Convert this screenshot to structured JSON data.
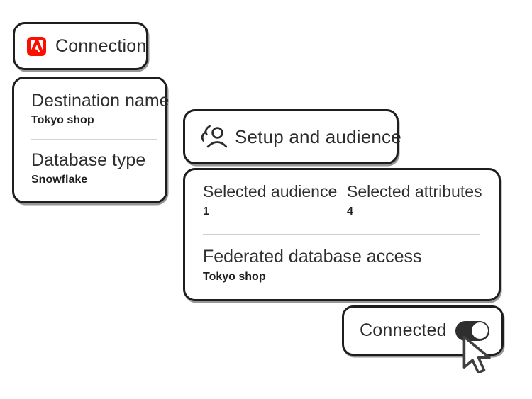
{
  "colors": {
    "background": "#ffffff",
    "card_border": "#1e1e1e",
    "text": "#2b2b2b",
    "divider": "#d4d4d4",
    "adobe_red": "#fa0f00",
    "toggle_on": "#2e2e2e",
    "toggle_knob": "#ffffff"
  },
  "icons": {
    "connection": "adobe-logo-icon",
    "setup": "audience-icon",
    "pointer": "cursor-arrow-icon"
  },
  "connection_card": {
    "title": "Connection"
  },
  "destination_card": {
    "fields": [
      {
        "label": "Destination name",
        "value": "Tokyo shop"
      },
      {
        "label": "Database type",
        "value": "Snowflake"
      }
    ]
  },
  "setup_card": {
    "title": "Setup and audience"
  },
  "details_card": {
    "stats": [
      {
        "label": "Selected audience",
        "value": "1"
      },
      {
        "label": "Selected attributes",
        "value": "4"
      }
    ],
    "field": {
      "label": "Federated database access",
      "value": "Tokyo shop"
    }
  },
  "connected_card": {
    "label": "Connected",
    "toggle_state": "on"
  }
}
